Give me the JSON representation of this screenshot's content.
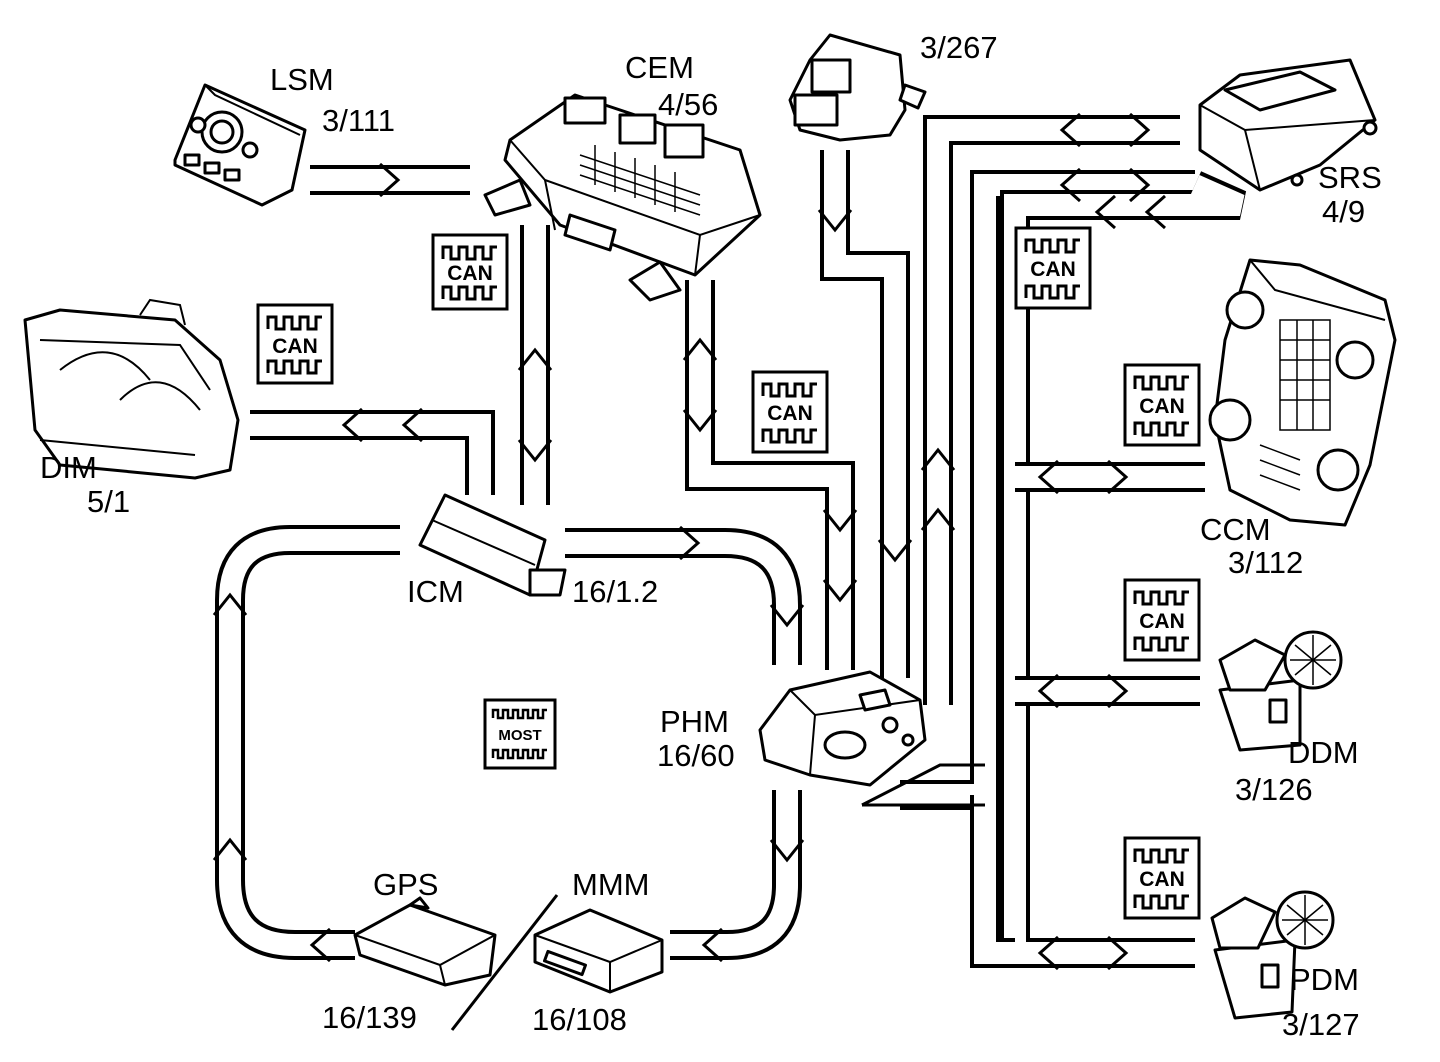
{
  "modules": {
    "lsm": {
      "name": "LSM",
      "code": "3/111"
    },
    "cem": {
      "name": "CEM",
      "code": "4/56"
    },
    "sw": {
      "code": "3/267"
    },
    "srs": {
      "name": "SRS",
      "code": "4/9"
    },
    "dim": {
      "name": "DIM",
      "code": "5/1"
    },
    "icm": {
      "name": "ICM",
      "code": "16/1.2"
    },
    "phm": {
      "name": "PHM",
      "code": "16/60"
    },
    "ccm": {
      "name": "CCM",
      "code": "3/112"
    },
    "ddm": {
      "name": "DDM",
      "code": "3/126"
    },
    "pdm": {
      "name": "PDM",
      "code": "3/127"
    },
    "gps": {
      "name": "GPS",
      "code": "16/139"
    },
    "mmm": {
      "name": "MMM",
      "code": "16/108"
    }
  },
  "buses": {
    "can": "CAN",
    "most": "MOST"
  },
  "colors": {
    "line": "#000000",
    "background": "#ffffff"
  }
}
